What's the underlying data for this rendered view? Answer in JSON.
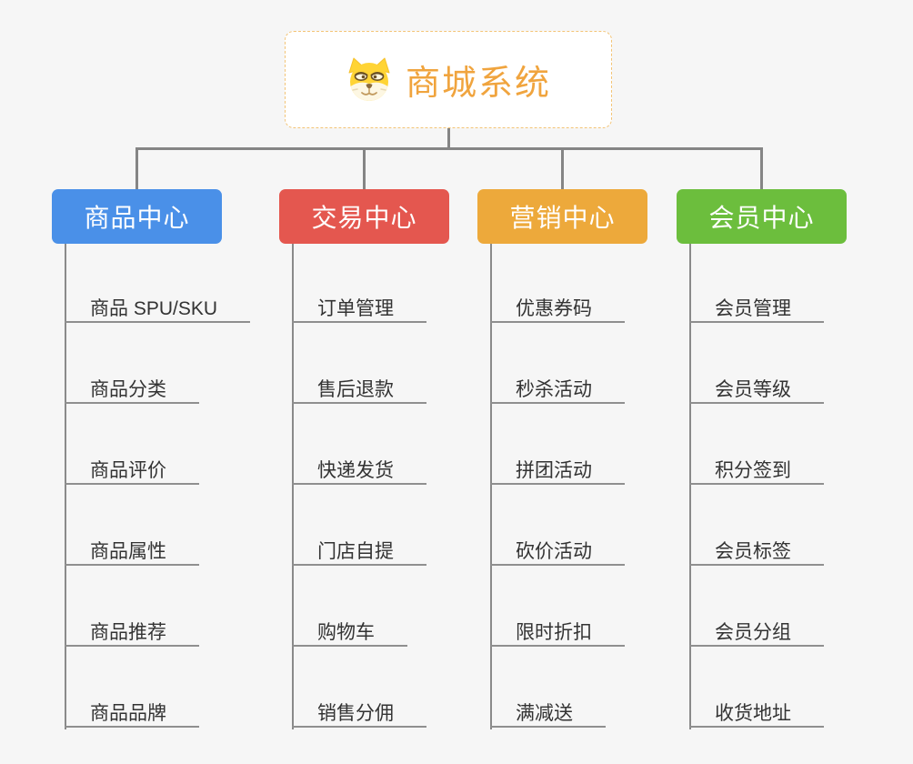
{
  "root": {
    "title": "商城系统",
    "icon": "dog-face-icon"
  },
  "branches": [
    {
      "label": "商品中心",
      "color": "#4a90e8",
      "children": [
        "商品 SPU/SKU",
        "商品分类",
        "商品评价",
        "商品属性",
        "商品推荐",
        "商品品牌"
      ]
    },
    {
      "label": "交易中心",
      "color": "#e4574f",
      "children": [
        "订单管理",
        "售后退款",
        "快递发货",
        "门店自提",
        "购物车",
        "销售分佣"
      ]
    },
    {
      "label": "营销中心",
      "color": "#eda93b",
      "children": [
        "优惠券码",
        "秒杀活动",
        "拼团活动",
        "砍价活动",
        "限时折扣",
        "满减送"
      ]
    },
    {
      "label": "会员中心",
      "color": "#6cbe3d",
      "children": [
        "会员管理",
        "会员等级",
        "积分签到",
        "会员标签",
        "会员分组",
        "收货地址"
      ]
    }
  ],
  "colors": {
    "background": "#f6f6f6",
    "connector": "#858585",
    "leaf_line": "#8f8f8f",
    "leaf_text": "#333333",
    "root_accent": "#f0a43e",
    "root_border": "#f3c476"
  }
}
